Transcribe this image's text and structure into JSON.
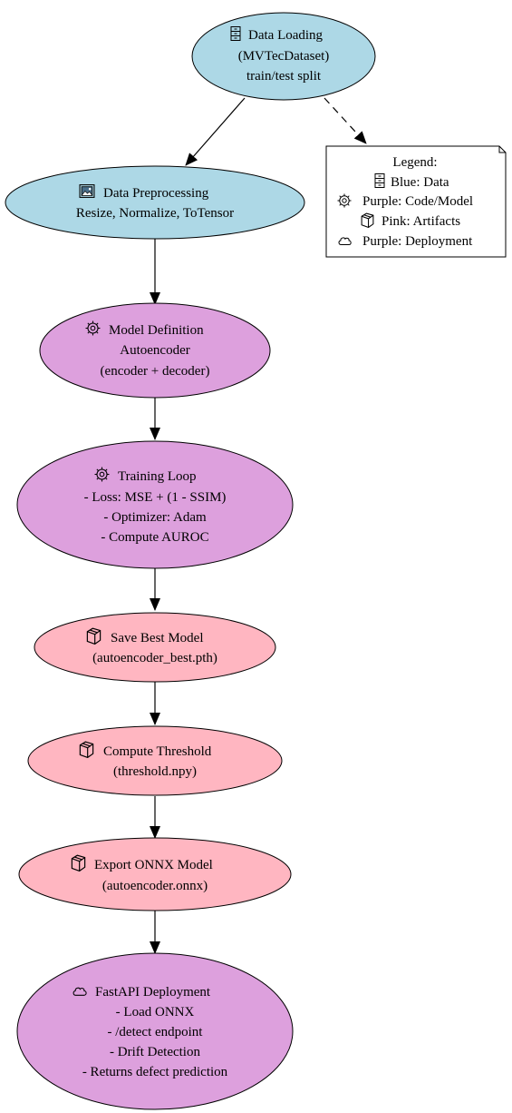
{
  "colors": {
    "data": "#add8e6",
    "code_model": "#dda0dd",
    "artifact": "#ffb6c1",
    "legend_bg": "#ffffff",
    "stroke": "#000000"
  },
  "nodes": {
    "data_loading": {
      "icon": "file-cabinet-icon",
      "lines": [
        "Data Loading",
        "(MVTecDataset)",
        "train/test split"
      ]
    },
    "preprocessing": {
      "icon": "framed-picture-icon",
      "lines": [
        "Data Preprocessing",
        "Resize, Normalize, ToTensor"
      ]
    },
    "model_definition": {
      "icon": "gear-icon",
      "lines": [
        "Model Definition",
        "Autoencoder",
        "(encoder + decoder)"
      ]
    },
    "training_loop": {
      "icon": "gear-icon",
      "lines": [
        "Training Loop",
        "- Loss: MSE + (1 - SSIM)",
        "- Optimizer: Adam",
        "- Compute AUROC"
      ]
    },
    "save_best": {
      "icon": "package-icon",
      "lines": [
        "Save Best Model",
        "(autoencoder_best.pth)"
      ]
    },
    "threshold": {
      "icon": "package-icon",
      "lines": [
        "Compute Threshold",
        "(threshold.npy)"
      ]
    },
    "export_onnx": {
      "icon": "package-icon",
      "lines": [
        "Export ONNX Model",
        "(autoencoder.onnx)"
      ]
    },
    "deployment": {
      "icon": "cloud-icon",
      "lines": [
        "FastAPI Deployment",
        "- Load ONNX",
        "- /detect endpoint",
        "- Drift Detection",
        "- Returns defect prediction"
      ]
    }
  },
  "legend": {
    "title": "Legend:",
    "items": [
      {
        "icon": "file-cabinet-icon",
        "label": "Blue: Data"
      },
      {
        "icon": "gear-icon",
        "label": "Purple: Code/Model"
      },
      {
        "icon": "package-icon",
        "label": "Pink: Artifacts"
      },
      {
        "icon": "cloud-icon",
        "label": "Purple: Deployment"
      }
    ]
  }
}
